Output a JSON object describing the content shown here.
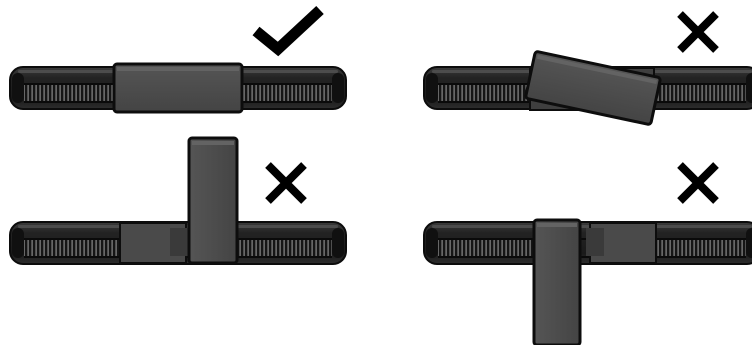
{
  "panels": [
    {
      "id": "aligned-horizontal",
      "verdict": "correct",
      "mark_icon": "checkmark-icon"
    },
    {
      "id": "rotated-tilted",
      "verdict": "incorrect",
      "mark_icon": "cross-icon"
    },
    {
      "id": "perpendicular-up",
      "verdict": "incorrect",
      "mark_icon": "cross-icon"
    },
    {
      "id": "perpendicular-down",
      "verdict": "incorrect",
      "mark_icon": "cross-icon"
    }
  ],
  "colors": {
    "rail_body": "#2a2a2a",
    "rail_dark": "#111111",
    "rail_outline": "#0c0c0c",
    "rail_highlight": "#5a5a5a",
    "rail_ribs": "#7a7a7a",
    "block_fill": "#4a4a4a",
    "block_shadow": "#5c5c5c",
    "block_outline": "#0d0d0d",
    "mark": "#000000"
  }
}
